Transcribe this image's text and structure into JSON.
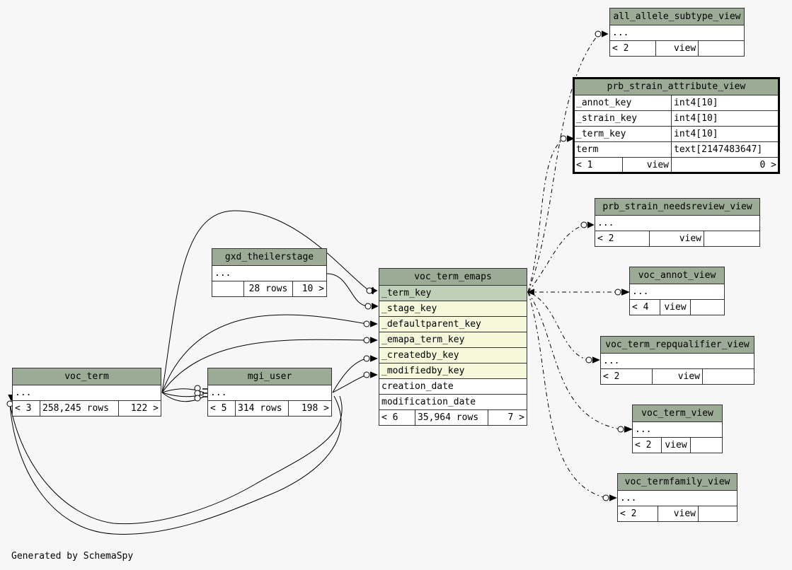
{
  "footer": "Generated by SchemaSpy",
  "tables": {
    "all_allele_subtype_view": {
      "name": "all_allele_subtype_view",
      "col": "...",
      "parents": "< 2",
      "kind": "view"
    },
    "prb_strain_attribute_view": {
      "name": "prb_strain_attribute_view",
      "columns": [
        {
          "name": "_annot_key",
          "type": "int4[10]"
        },
        {
          "name": "_strain_key",
          "type": "int4[10]"
        },
        {
          "name": "_term_key",
          "type": "int4[10]"
        },
        {
          "name": "term",
          "type": "text[2147483647]"
        }
      ],
      "parents": "< 1",
      "kind": "view",
      "children": "0 >"
    },
    "prb_strain_needsreview_view": {
      "name": "prb_strain_needsreview_view",
      "col": "...",
      "parents": "< 2",
      "kind": "view"
    },
    "voc_annot_view": {
      "name": "voc_annot_view",
      "col": "...",
      "parents": "< 4",
      "kind": "view"
    },
    "voc_term_repqualifier_view": {
      "name": "voc_term_repqualifier_view",
      "col": "...",
      "parents": "< 2",
      "kind": "view"
    },
    "voc_term_view": {
      "name": "voc_term_view",
      "col": "...",
      "parents": "< 2",
      "kind": "view"
    },
    "voc_termfamily_view": {
      "name": "voc_termfamily_view",
      "col": "...",
      "parents": "< 2",
      "kind": "view"
    },
    "gxd_theilerstage": {
      "name": "gxd_theilerstage",
      "col": "...",
      "parents": "",
      "rows": "28 rows",
      "children": "10 >"
    },
    "voc_term": {
      "name": "voc_term",
      "col": "...",
      "parents": "< 3",
      "rows": "258,245 rows",
      "children": "122 >"
    },
    "mgi_user": {
      "name": "mgi_user",
      "col": "...",
      "parents": "< 5",
      "rows": "314 rows",
      "children": "198 >"
    },
    "voc_term_emaps": {
      "name": "voc_term_emaps",
      "columns": [
        "_term_key",
        "_stage_key",
        "_defaultparent_key",
        "_emapa_term_key",
        "_createdby_key",
        "_modifiedby_key",
        "creation_date",
        "modification_date"
      ],
      "parents": "< 6",
      "rows": "35,964 rows",
      "children": "7 >"
    }
  }
}
